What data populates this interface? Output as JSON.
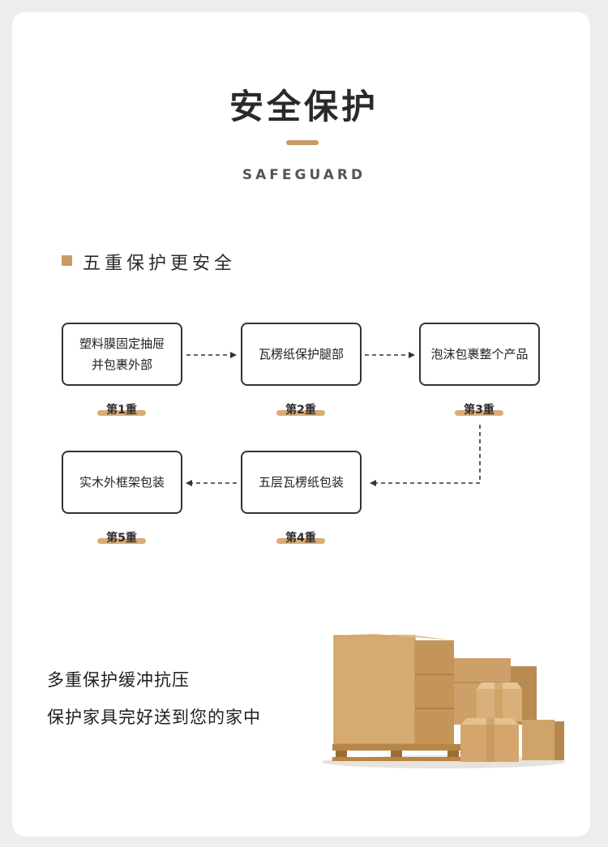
{
  "header": {
    "title": "安全保护",
    "subtitle": "SAFEGUARD"
  },
  "section": {
    "heading": "五重保护更安全"
  },
  "steps": [
    {
      "tag": "第1重",
      "lines": [
        "塑料膜固定抽屉",
        "并包裹外部"
      ]
    },
    {
      "tag": "第2重",
      "lines": [
        "瓦楞纸保护腿部"
      ]
    },
    {
      "tag": "第3重",
      "lines": [
        "泡沫包裹整个产品"
      ]
    },
    {
      "tag": "第4重",
      "lines": [
        "五层瓦楞纸包装"
      ]
    },
    {
      "tag": "第5重",
      "lines": [
        "实木外框架包装"
      ]
    }
  ],
  "bottom": {
    "line1": "多重保护缓冲抗压",
    "line2": "保护家具完好送到您的家中"
  },
  "colors": {
    "accent": "#c89a64",
    "tag_underline": "#d9ac78",
    "text": "#2b2b2b",
    "background": "#eeedeb"
  },
  "icons": {
    "illustration": "stacked-cardboard-boxes-on-pallet"
  }
}
